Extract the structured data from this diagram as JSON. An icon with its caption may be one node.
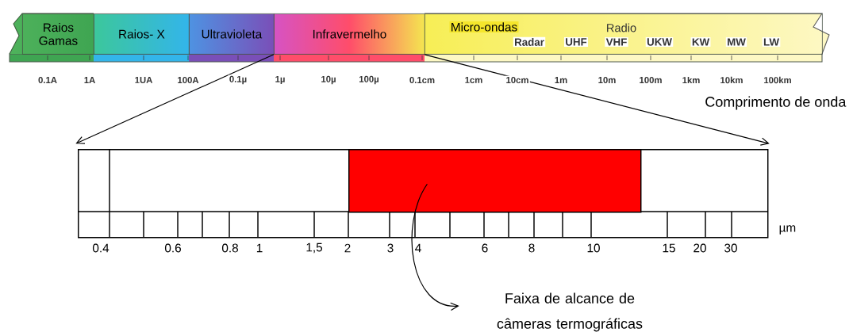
{
  "diagram": {
    "nodes": [
      {
        "text": [
          "Raios Gamas"
        ]
      },
      {
        "text": [
          "Raios- X"
        ]
      },
      {
        "text": [
          "Ultravioleta"
        ]
      },
      {
        "text": [
          "Infravermelho"
        ]
      },
      {
        "text": [
          "Micro-ondas",
          "Radio"
        ]
      },
      {
        "text": [],
        "shape": "box"
      },
      {
        "text": [],
        "shape": "box",
        "in": 5
      },
      {
        "text": [
          "Faixa de alcance de câmeras termográficas"
        ]
      }
    ],
    "edges": [
      {
        "from": 3,
        "to": 5,
        "arrow": "to"
      },
      {
        "from": 4,
        "to": 5,
        "arrow": "to"
      },
      {
        "from": 6,
        "to": 7,
        "arrow": "to"
      }
    ],
    "labels": [
      "Radar",
      "UHF",
      "VHF",
      "UKW",
      "KW",
      "MW",
      "LW",
      "0.1A",
      "1A",
      "1UA",
      "100A",
      "0.1µ",
      "1µ",
      "10µ",
      "100µ",
      "0.1cm",
      "1cm",
      "10cm",
      "1m",
      "10m",
      "100m",
      "1km",
      "10km",
      "100km",
      "Comprimento de onda",
      "µm",
      "0.4",
      "0.6",
      "0.8",
      "1",
      "1,5",
      "2",
      "3",
      "4",
      "6",
      "8",
      "10",
      "15",
      "20",
      "30"
    ]
  }
}
